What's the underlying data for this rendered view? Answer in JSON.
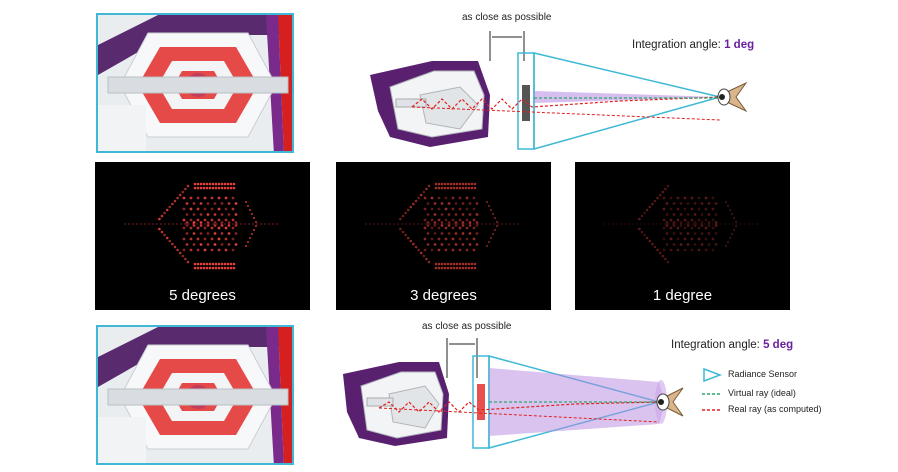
{
  "top_diagram": {
    "annotation": "as close as possible",
    "integration_prefix": "Integration angle: ",
    "integration_value": "1 deg"
  },
  "bottom_diagram": {
    "annotation": "as close as possible",
    "integration_prefix": "Integration angle: ",
    "integration_value": "5 deg"
  },
  "renders": [
    {
      "caption": "5 degrees",
      "intensity": 1.0
    },
    {
      "caption": "3 degrees",
      "intensity": 0.7
    },
    {
      "caption": "1 degree",
      "intensity": 0.4
    }
  ],
  "legend": {
    "radiance_sensor": "Radiance Sensor",
    "virtual_ray": "Virtual ray (ideal)",
    "real_ray": "Real ray (as computed)"
  },
  "colors": {
    "accent_purple": "#6a1fa0",
    "sensor_cyan": "#3fb8d6",
    "lamp_red": "#e8413c",
    "virtual_ray_green": "#2aa86a",
    "real_ray_red": "#e02020"
  },
  "icons": {
    "eye": "eye-icon",
    "sensor": "radiance-sensor-icon"
  }
}
